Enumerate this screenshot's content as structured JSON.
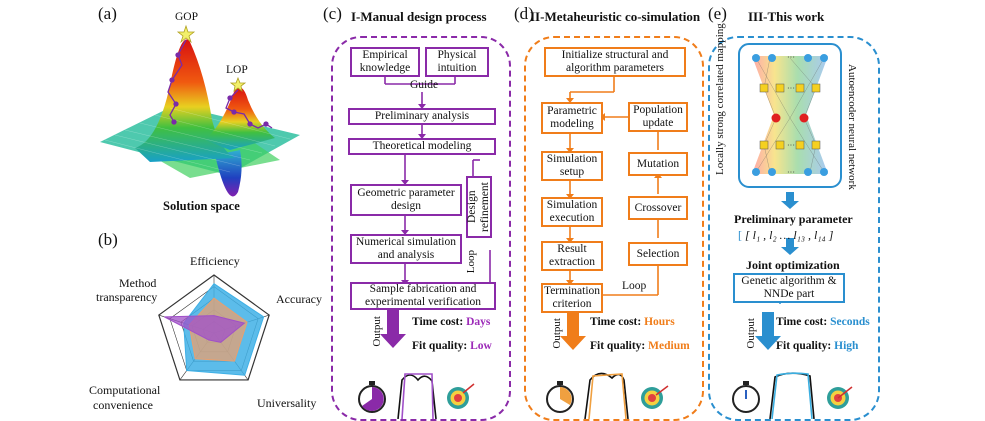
{
  "panel_labels": {
    "a": "(a)",
    "b": "(b)",
    "c": "(c)",
    "d": "(d)",
    "e": "(e)"
  },
  "panel_a": {
    "gop": "GOP",
    "lop": "LOP",
    "caption": "Solution space"
  },
  "panel_b": {
    "axes": [
      "Efficiency",
      "Accuracy",
      "Universality",
      "Computational convenience",
      "Method transparency"
    ],
    "axis_lines": {
      "method_1": "Method",
      "method_2": "transparency",
      "comp_1": "Computational",
      "comp_2": "convenience"
    },
    "series": [
      {
        "name": "",
        "color": "#3fb0e6",
        "values": [
          0.85,
          0.9,
          0.9,
          0.8,
          0.55
        ]
      },
      {
        "name": "",
        "color": "#e8a070",
        "values": [
          0.6,
          0.6,
          0.6,
          0.55,
          0.45
        ]
      },
      {
        "name": "",
        "color": "#a050c8",
        "values": [
          0.3,
          0.55,
          0.2,
          0.15,
          0.9
        ]
      }
    ]
  },
  "panel_c": {
    "title": "I-Manual design process",
    "empirical": "Empirical knowledge",
    "physical": "Physical intuition",
    "guide": "Guide",
    "preliminary": "Preliminary analysis",
    "theoretical": "Theoretical modeling",
    "geometric": "Geometric parameter design",
    "numerical": "Numerical simulation and analysis",
    "refinement": "Design refinement",
    "loop": "Loop",
    "sample": "Sample fabrication and experimental verification",
    "output": "Output",
    "time_label": "Time cost: ",
    "time_value": "Days",
    "fit_label": "Fit quality: ",
    "fit_value": "Low"
  },
  "panel_d": {
    "title": "II-Metaheuristic co-simulation",
    "init": "Initialize structural and algorithm parameters",
    "param": "Parametric modeling",
    "setup": "Simulation setup",
    "execution": "Simulation execution",
    "extraction": "Result extraction",
    "termination": "Termination criterion",
    "population": "Population update",
    "mutation": "Mutation",
    "crossover": "Crossover",
    "selection": "Selection",
    "loop": "Loop",
    "output": "Output",
    "time_label": "Time cost: ",
    "time_value": "Hours",
    "fit_label": "Fit quality: ",
    "fit_value": "Medium"
  },
  "panel_e": {
    "title": "III-This work",
    "left_vertical": "Locally strong correlated mapping",
    "right_vertical": "Autoencoder neural network",
    "preliminary": "Preliminary parameter",
    "params": "[ l₁ , l₂ … l₁₃ , l₁₄ ]",
    "joint": "Joint optimization",
    "ga": "Genetic algorithm & NNDe part",
    "output": "Output",
    "time_label": "Time cost: ",
    "time_value": "Seconds",
    "fit_label": "Fit quality: ",
    "fit_value": "High"
  },
  "colors": {
    "purple": "#8a2aa8",
    "orange": "#f07d1a",
    "blue": "#2a8fcf"
  }
}
